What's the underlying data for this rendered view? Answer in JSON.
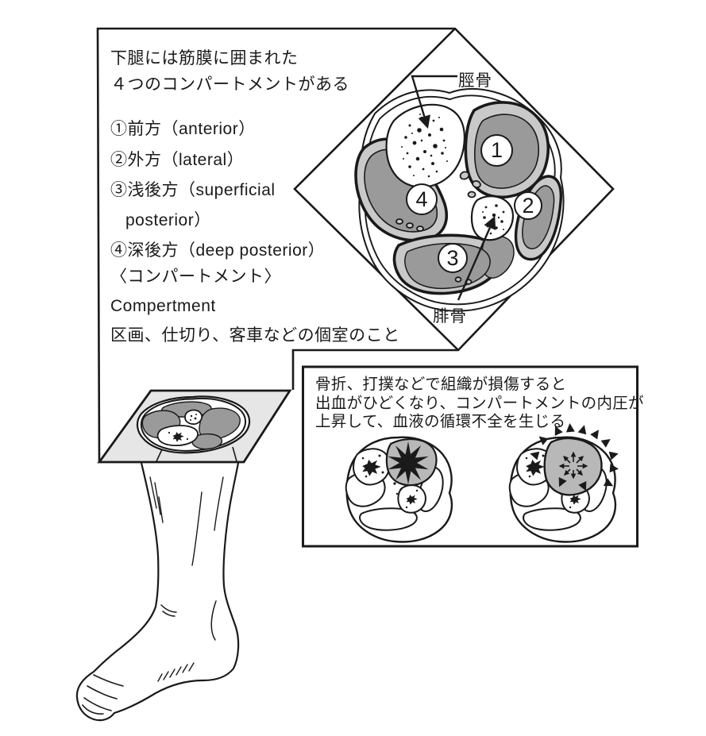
{
  "figure": {
    "title_semantic": "lower-leg compartment syndrome diagram",
    "left_panel": {
      "intro": [
        "下腿には筋膜に囲まれた",
        "４つのコンパートメントがある"
      ],
      "compartment_list": [
        "①前方（anterior）",
        "②外方（lateral）",
        "③浅後方（superficial",
        "posterior）",
        "④深後方（deep posterior）"
      ],
      "glossary": {
        "term": "〈コンパートメント〉",
        "term_en": "Compertment",
        "definition": "区画、仕切り、客車などの個室のこと"
      }
    },
    "cross_section": {
      "label_tibia": "脛骨",
      "label_fibula": "腓骨",
      "badges": [
        "1",
        "2",
        "3",
        "4"
      ]
    },
    "injury_box": {
      "lines": [
        "骨折、打撲などで組織が損傷すると",
        "出血がひどくなり、コンパートメントの内圧が",
        "上昇して、血液の循環不全を生じる"
      ]
    },
    "colors": {
      "line": "#1a1a1a",
      "muscle_gray": "#9a9a9a",
      "fascia_light_gray": "#c9c9c9",
      "plane_gray": "#e6e6e6",
      "swollen_gray": "#b8b8b8",
      "background": "#ffffff"
    }
  }
}
